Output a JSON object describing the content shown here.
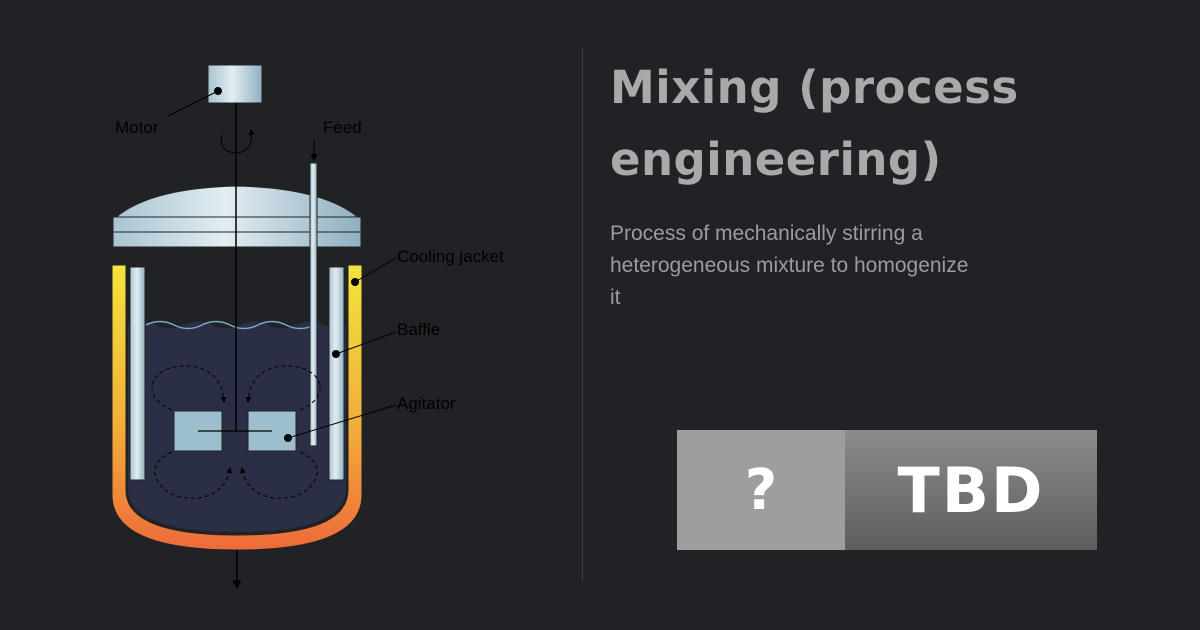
{
  "page": {
    "title": "Mixing (process engineering)",
    "description": "Process of mechanically stirring a heterogeneous mixture to homogenize it"
  },
  "diagram": {
    "labels": {
      "motor": "Motor",
      "feed": "Feed",
      "cooling_jacket": "Cooling jacket",
      "baffle": "Baffle",
      "agitator": "Agitator"
    }
  },
  "badge": {
    "left": "?",
    "right": "TBD"
  },
  "colors": {
    "background": "#202226",
    "title": "#a9a9a9",
    "jacket_top": "#f2e03a",
    "jacket_bottom": "#ee6a3a",
    "liquid": "#2a2f45"
  }
}
